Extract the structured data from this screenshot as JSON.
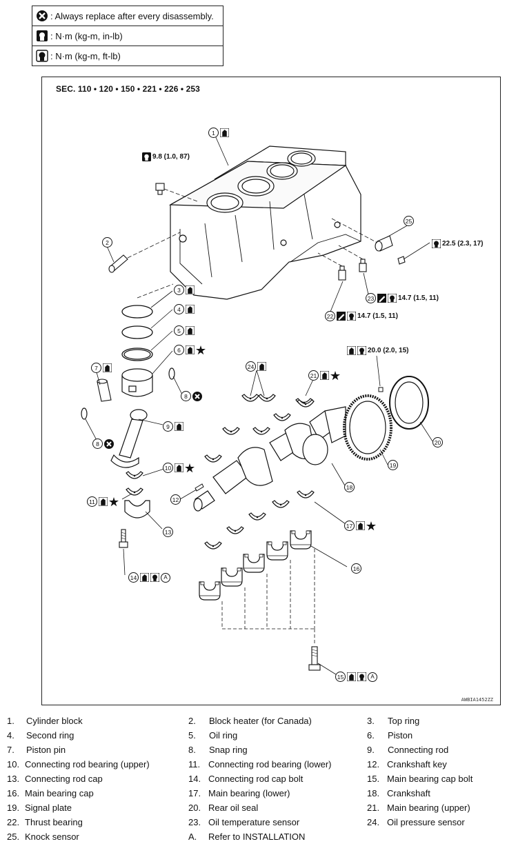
{
  "legend": [
    {
      "icon": "always-replace-icon",
      "text": ": Always replace after every disassembly."
    },
    {
      "icon": "torque-in-lb-icon",
      "text": ": N·m (kg-m, in-lb)"
    },
    {
      "icon": "torque-ft-lb-icon",
      "text": ": N·m (kg-m, ft-lb)"
    }
  ],
  "diagram": {
    "section_title": "SEC. 110 • 120 • 150 • 221 • 226 • 253",
    "image_code": "AWBIA1452ZZ",
    "torques": {
      "t_9_8": "9.8 (1.0, 87)",
      "t_22_5": "22.5 (2.3, 17)",
      "t_24": "14.7 (1.5, 11)",
      "t_23": "14.7 (1.5, 11)",
      "t_20": "20.0 (2.0, 15)"
    },
    "callouts": [
      "1",
      "2",
      "3",
      "4",
      "5",
      "6",
      "7",
      "8",
      "8",
      "9",
      "10",
      "11",
      "12",
      "13",
      "14",
      "15",
      "16",
      "17",
      "18",
      "19",
      "20",
      "21",
      "22",
      "23",
      "24",
      "25"
    ],
    "ref_letter": "A"
  },
  "parts": [
    {
      "num": "1.",
      "name": "Cylinder block"
    },
    {
      "num": "2.",
      "name": "Block heater (for Canada)"
    },
    {
      "num": "3.",
      "name": "Top ring"
    },
    {
      "num": "4.",
      "name": "Second ring"
    },
    {
      "num": "5.",
      "name": "Oil ring"
    },
    {
      "num": "6.",
      "name": "Piston"
    },
    {
      "num": "7.",
      "name": "Piston pin"
    },
    {
      "num": "8.",
      "name": "Snap ring"
    },
    {
      "num": "9.",
      "name": "Connecting rod"
    },
    {
      "num": "10.",
      "name": "Connecting rod bearing (upper)"
    },
    {
      "num": "11.",
      "name": "Connecting rod bearing (lower)"
    },
    {
      "num": "12.",
      "name": "Crankshaft key"
    },
    {
      "num": "13.",
      "name": "Connecting rod cap"
    },
    {
      "num": "14.",
      "name": "Connecting rod cap bolt"
    },
    {
      "num": "15.",
      "name": "Main bearing cap bolt"
    },
    {
      "num": "16.",
      "name": "Main bearing cap"
    },
    {
      "num": "17.",
      "name": "Main bearing (lower)"
    },
    {
      "num": "18.",
      "name": "Crankshaft"
    },
    {
      "num": "19.",
      "name": "Signal plate"
    },
    {
      "num": "20.",
      "name": "Rear oil seal"
    },
    {
      "num": "21.",
      "name": "Main bearing (upper)"
    },
    {
      "num": "22.",
      "name": "Thrust bearing"
    },
    {
      "num": "23.",
      "name": "Oil temperature sensor"
    },
    {
      "num": "24.",
      "name": "Oil pressure sensor"
    },
    {
      "num": "25.",
      "name": "Knock sensor"
    },
    {
      "num": "A.",
      "name": "Refer to INSTALLATION"
    }
  ]
}
